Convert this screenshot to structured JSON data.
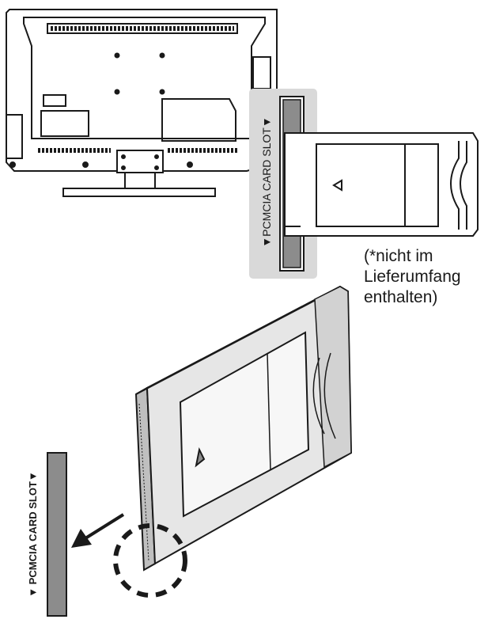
{
  "slot_label_top": "▼PCMCIA CARD SLOT▼",
  "slot_label_bottom": "▼ PCMCIA CARD SLOT▼",
  "note": {
    "line1": "(*nicht im",
    "line2": "Lieferumfang",
    "line3": "enthalten)"
  },
  "colors": {
    "outline": "#1a1a1a",
    "slot_panel": "#d9d9d9",
    "slot_bar": "#8c8c8c",
    "card_face": "#e6e6e6",
    "card_edge": "#bfbfbf",
    "label_area": "#f7f7f7"
  },
  "icons": [
    "tv-rear-view",
    "ci-module-card",
    "insert-direction-arrow",
    "triangle-marker-icon",
    "connector-highlight-circle"
  ]
}
